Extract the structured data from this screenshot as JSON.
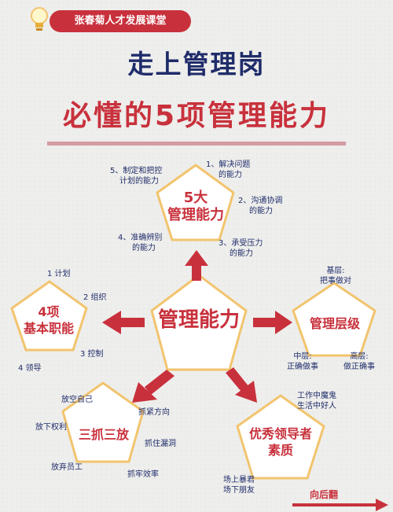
{
  "header": {
    "badge": "张春菊人才发展课堂"
  },
  "titles": {
    "line1": "走上管理岗",
    "line2": "必懂的5项管理能力"
  },
  "center": {
    "label": "管理能力"
  },
  "top_node": {
    "title_line1": "5大",
    "title_line2": "管理能力",
    "items": [
      {
        "line1": "1、解决问题",
        "line2": "的能力"
      },
      {
        "line1": "2、沟通协调",
        "line2": "的能力"
      },
      {
        "line1": "3、承受压力",
        "line2": "的能力"
      },
      {
        "line1": "4、准确辨别",
        "line2": "的能力"
      },
      {
        "line1": "5、制定和把控",
        "line2": "计划的能力"
      }
    ]
  },
  "left_node": {
    "title_line1": "4项",
    "title_line2": "基本职能",
    "items": [
      "1 计划",
      "2 组织",
      "3 控制",
      "4 领导"
    ]
  },
  "right_node": {
    "title": "管理层级",
    "items": [
      {
        "line1": "基层:",
        "line2": "把事做对"
      },
      {
        "line1": "中层:",
        "line2": "正确做事"
      },
      {
        "line1": "高层:",
        "line2": "做正确事"
      }
    ]
  },
  "bottom_left_node": {
    "title": "三抓三放",
    "items": [
      "放空自己",
      "放下权利",
      "放弃员工",
      "抓紧方向",
      "抓住漏洞",
      "抓牢效率"
    ]
  },
  "bottom_right_node": {
    "title_line1": "优秀领导者",
    "title_line2": "素质",
    "items": [
      {
        "line1": "工作中魔鬼",
        "line2": "生活中好人"
      },
      {
        "line1": "场上暴君",
        "line2": "场下朋友"
      }
    ]
  },
  "footer": {
    "next": "向后翻"
  },
  "colors": {
    "red": "#c8313c",
    "navy": "#1f2c6a",
    "gold": "#f2c46e",
    "pink": "#d49ca0"
  },
  "icons": [
    "lightbulb-icon",
    "arrow-up-icon",
    "arrow-left-icon",
    "arrow-right-icon",
    "arrow-down-left-icon",
    "arrow-down-right-icon",
    "arrow-right-long-icon"
  ]
}
